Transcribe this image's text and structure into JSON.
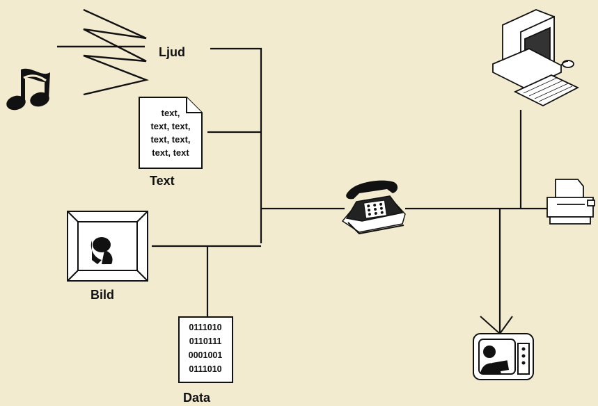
{
  "labels": {
    "sound": "Ljud",
    "text": "Text",
    "image": "Bild",
    "data": "Data"
  },
  "text_document": {
    "lines": [
      "text,",
      "text, text,",
      "text, text,",
      "text, text"
    ]
  },
  "data_document": {
    "lines": [
      "0111010",
      "0110111",
      "0001001",
      "0111010"
    ]
  },
  "colors": {
    "background": "#f3ebd0",
    "ink": "#111111"
  },
  "icons": [
    "music-note-icon",
    "sound-wave-icon",
    "document-icon",
    "picture-frame-icon",
    "telephone-icon",
    "computer-icon",
    "printer-icon",
    "television-icon"
  ]
}
